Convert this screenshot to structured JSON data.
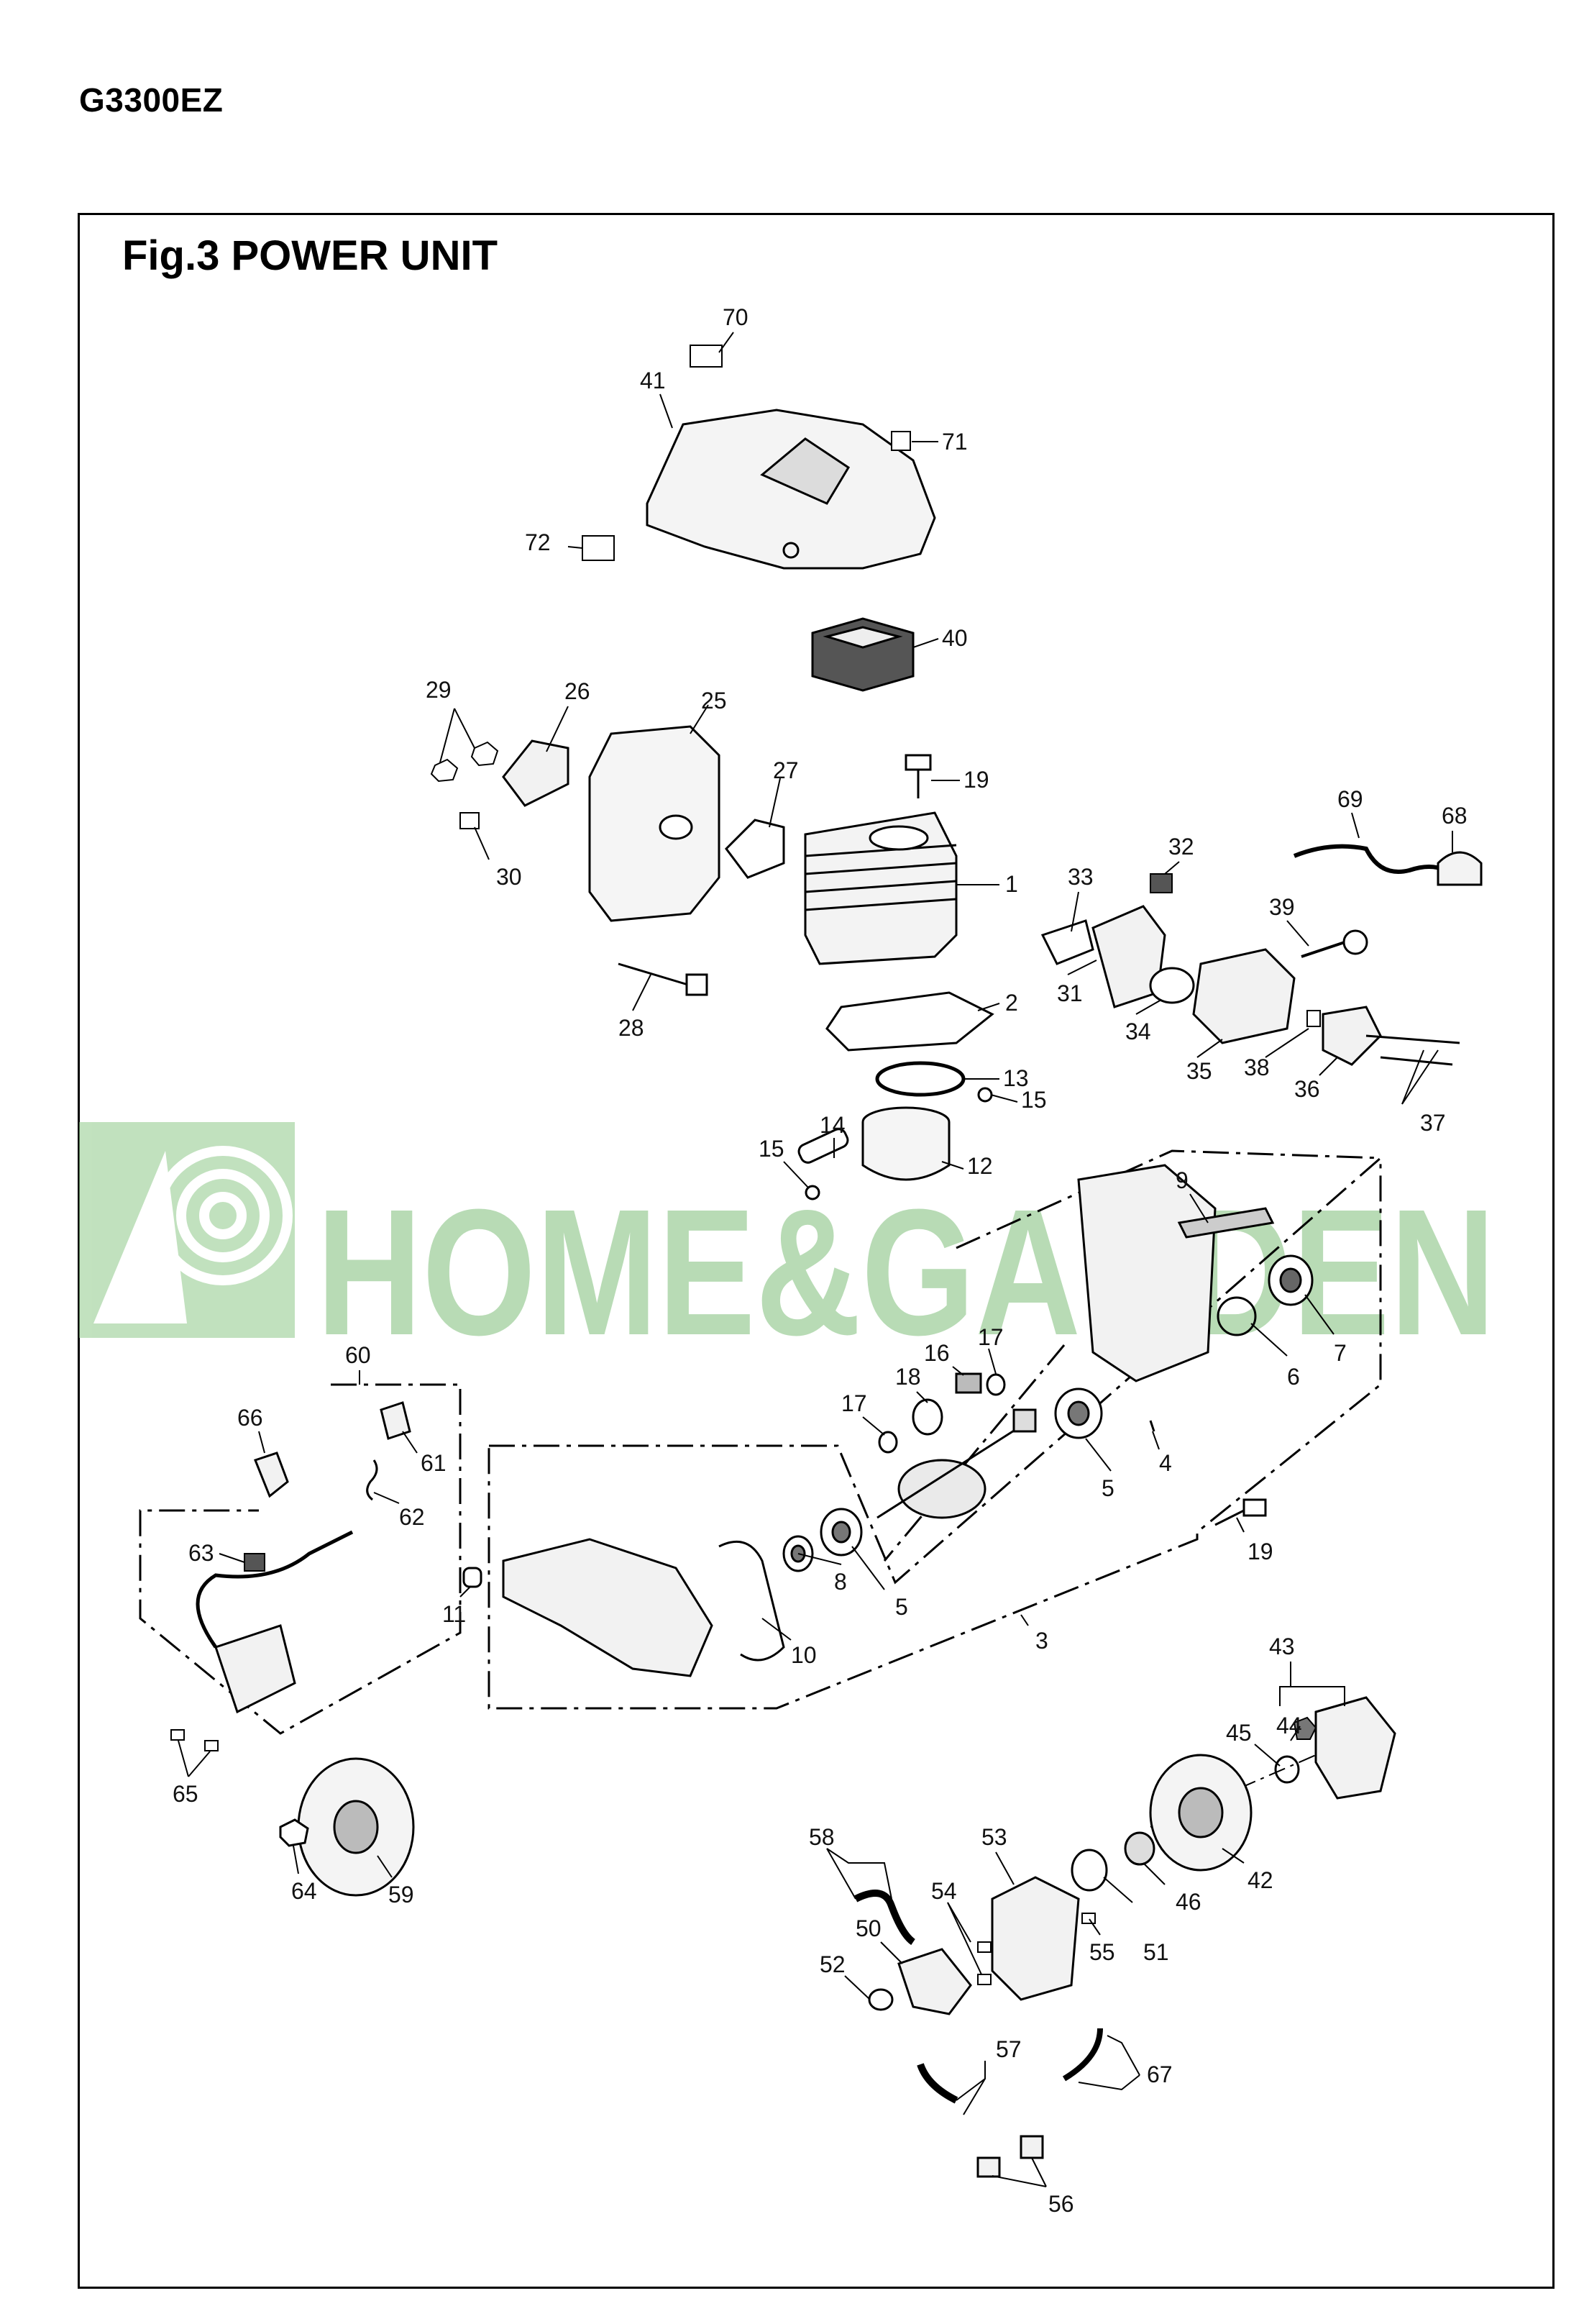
{
  "header": {
    "model_code": "G3300EZ"
  },
  "figure": {
    "title": "Fig.3 POWER UNIT"
  },
  "watermark": {
    "text": "HOME&GARDEN",
    "color": "#7fbf7a"
  },
  "colors": {
    "line": "#000000",
    "part_fill": "#f2f2f2",
    "part_shade": "#bdbdbd"
  },
  "callouts": [
    {
      "id": "c70",
      "label": "70"
    },
    {
      "id": "c41",
      "label": "41"
    },
    {
      "id": "c71",
      "label": "71"
    },
    {
      "id": "c72",
      "label": "72"
    },
    {
      "id": "c40",
      "label": "40"
    },
    {
      "id": "c29",
      "label": "29"
    },
    {
      "id": "c26",
      "label": "26"
    },
    {
      "id": "c25",
      "label": "25"
    },
    {
      "id": "c27",
      "label": "27"
    },
    {
      "id": "c19a",
      "label": "19"
    },
    {
      "id": "c30",
      "label": "30"
    },
    {
      "id": "c1",
      "label": "1"
    },
    {
      "id": "c69",
      "label": "69"
    },
    {
      "id": "c68",
      "label": "68"
    },
    {
      "id": "c33",
      "label": "33"
    },
    {
      "id": "c32",
      "label": "32"
    },
    {
      "id": "c39",
      "label": "39"
    },
    {
      "id": "c2",
      "label": "2"
    },
    {
      "id": "c28",
      "label": "28"
    },
    {
      "id": "c31",
      "label": "31"
    },
    {
      "id": "c34",
      "label": "34"
    },
    {
      "id": "c38",
      "label": "38"
    },
    {
      "id": "c35",
      "label": "35"
    },
    {
      "id": "c36",
      "label": "36"
    },
    {
      "id": "c37",
      "label": "37"
    },
    {
      "id": "c13",
      "label": "13"
    },
    {
      "id": "c15a",
      "label": "15"
    },
    {
      "id": "c14",
      "label": "14"
    },
    {
      "id": "c15b",
      "label": "15"
    },
    {
      "id": "c12",
      "label": "12"
    },
    {
      "id": "c9",
      "label": "9"
    },
    {
      "id": "c7",
      "label": "7"
    },
    {
      "id": "c6",
      "label": "6"
    },
    {
      "id": "c17a",
      "label": "17"
    },
    {
      "id": "c16",
      "label": "16"
    },
    {
      "id": "c18",
      "label": "18"
    },
    {
      "id": "c17b",
      "label": "17"
    },
    {
      "id": "c4",
      "label": "4"
    },
    {
      "id": "c5a",
      "label": "5"
    },
    {
      "id": "c60",
      "label": "60"
    },
    {
      "id": "c66",
      "label": "66"
    },
    {
      "id": "c61",
      "label": "61"
    },
    {
      "id": "c62",
      "label": "62"
    },
    {
      "id": "c63",
      "label": "63"
    },
    {
      "id": "c11",
      "label": "11"
    },
    {
      "id": "c19b",
      "label": "19"
    },
    {
      "id": "c8",
      "label": "8"
    },
    {
      "id": "c5b",
      "label": "5"
    },
    {
      "id": "c10",
      "label": "10"
    },
    {
      "id": "c3",
      "label": "3"
    },
    {
      "id": "c43",
      "label": "43"
    },
    {
      "id": "c44",
      "label": "44"
    },
    {
      "id": "c45",
      "label": "45"
    },
    {
      "id": "c65",
      "label": "65"
    },
    {
      "id": "c58",
      "label": "58"
    },
    {
      "id": "c53",
      "label": "53"
    },
    {
      "id": "c54",
      "label": "54"
    },
    {
      "id": "c55",
      "label": "55"
    },
    {
      "id": "c51",
      "label": "51"
    },
    {
      "id": "c46",
      "label": "46"
    },
    {
      "id": "c42",
      "label": "42"
    },
    {
      "id": "c64",
      "label": "64"
    },
    {
      "id": "c59",
      "label": "59"
    },
    {
      "id": "c52",
      "label": "52"
    },
    {
      "id": "c50",
      "label": "50"
    },
    {
      "id": "c57",
      "label": "57"
    },
    {
      "id": "c67",
      "label": "67"
    },
    {
      "id": "c56",
      "label": "56"
    }
  ]
}
